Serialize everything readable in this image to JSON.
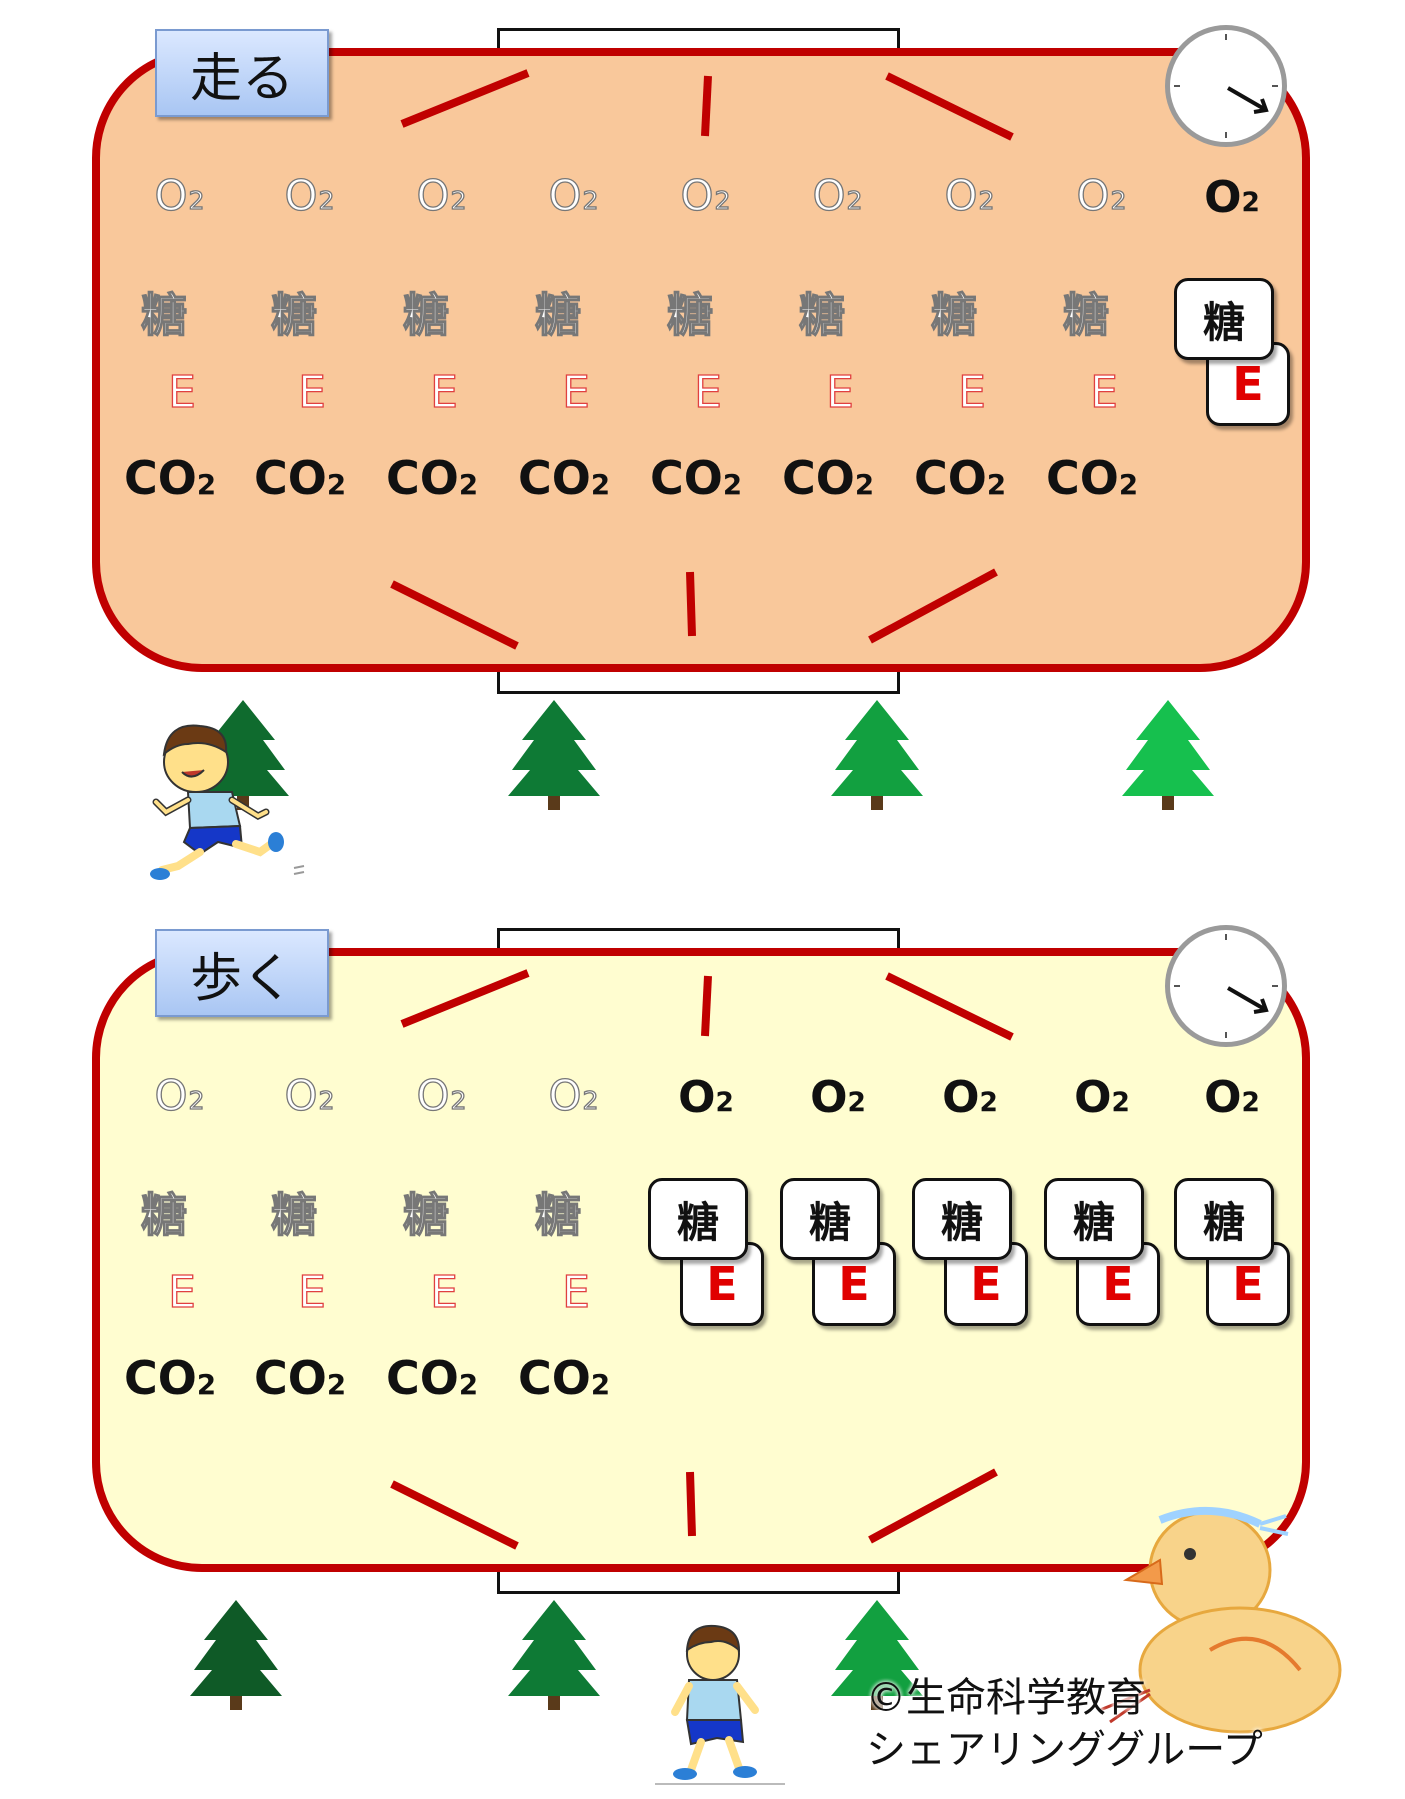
{
  "panels": {
    "top": {
      "title": "走る",
      "faint_count": 8,
      "active_count": 1
    },
    "bottom": {
      "title": "歩く",
      "faint_count": 4,
      "active_count": 5
    }
  },
  "labels": {
    "o2_base": "O",
    "o2_sub": "2",
    "co2_base": "CO",
    "co2_sub": "2",
    "sugar": "糖",
    "energy": "E"
  },
  "copyright": {
    "line1": "©生命科学教育",
    "line2": "シェアリンググループ"
  },
  "colors": {
    "field_border": "#c00000",
    "run_fill": "#f9c89b",
    "walk_fill": "#fffdd0",
    "energy": "#e00000",
    "tree_dark": "#0f6b2e",
    "tree_light": "#16c04e"
  }
}
